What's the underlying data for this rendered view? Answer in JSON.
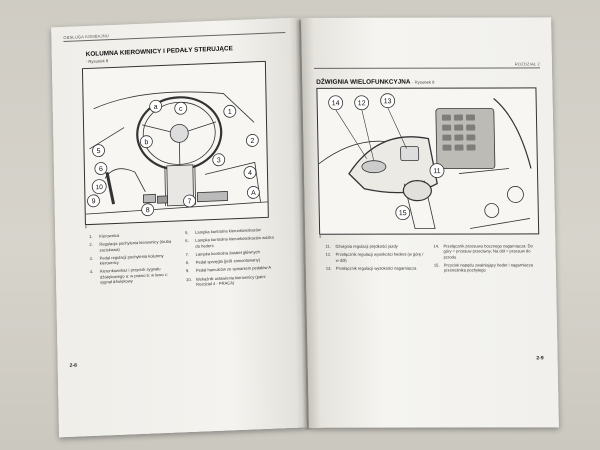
{
  "left_page": {
    "header": "OBSŁUGA KOMBAJNU",
    "title": "KOLUMNA KIEROWNICY I PEDAŁY STERUJĄCE",
    "subtitle": "- Rysunek 8",
    "figure_labels": [
      "a",
      "b",
      "c",
      "1",
      "2",
      "3",
      "4",
      "5",
      "6",
      "7",
      "8",
      "9",
      "10",
      "A"
    ],
    "figure_corner": "8",
    "legend_left": [
      {
        "n": "1.",
        "t": "Kierownica"
      },
      {
        "n": "2.",
        "t": "Regulacja pochylenia kierownicy (śruba zaciskowa)"
      },
      {
        "n": "3.",
        "t": "Pedał regulacji pochylenia kolumny kierownicy"
      },
      {
        "n": "4.",
        "t": "Kierunkowskaz i przycisk sygnału dźwiękowego a: w prawo b: w lewo c: sygnał dźwiękowy"
      }
    ],
    "legend_right": [
      {
        "n": "5.",
        "t": "Lampka kontrolna kierunkowskazów"
      },
      {
        "n": "6.",
        "t": "Lampka kontrolna kierunkowskazów wózka do heders"
      },
      {
        "n": "7.",
        "t": "Lampka kontrolna świateł głównych"
      },
      {
        "n": "8.",
        "t": "Pedał sprzęgła (jeśli zamontowany)"
      },
      {
        "n": "9.",
        "t": "Pedał hamulców ze spinaniem pedałów A"
      },
      {
        "n": "10.",
        "t": "Wskaźnik ustawienia kierownicy (patrz Rozdział 4 - PRACA)"
      }
    ],
    "page_number": "2-8"
  },
  "right_page": {
    "header": "ROZDZIAŁ 2",
    "title": "DŹWIGNIA WIELOFUNKCYJNA",
    "subtitle": "- Rysunek 9",
    "figure_labels": [
      "11",
      "12",
      "13",
      "14",
      "15"
    ],
    "figure_corner": "9",
    "legend_left": [
      {
        "n": "11.",
        "t": "Dźwignia regulacji prędkości jazdy"
      },
      {
        "n": "12.",
        "t": "Przełącznik regulacji wysokości heders (w górę / w dół)"
      },
      {
        "n": "13.",
        "t": "Przełącznik regulacji wysokości nagarniacza"
      }
    ],
    "legend_right": [
      {
        "n": "14.",
        "t": "Przełącznik przesuwu bocznego nagarniacza: Do góry = przesuw przeciwny; Na dół = przesuw do przodu"
      },
      {
        "n": "15.",
        "t": "Przycisk napędu zwalniający heder i nagarniacza przenośnika pochyłego"
      }
    ],
    "page_number": "2-9"
  }
}
